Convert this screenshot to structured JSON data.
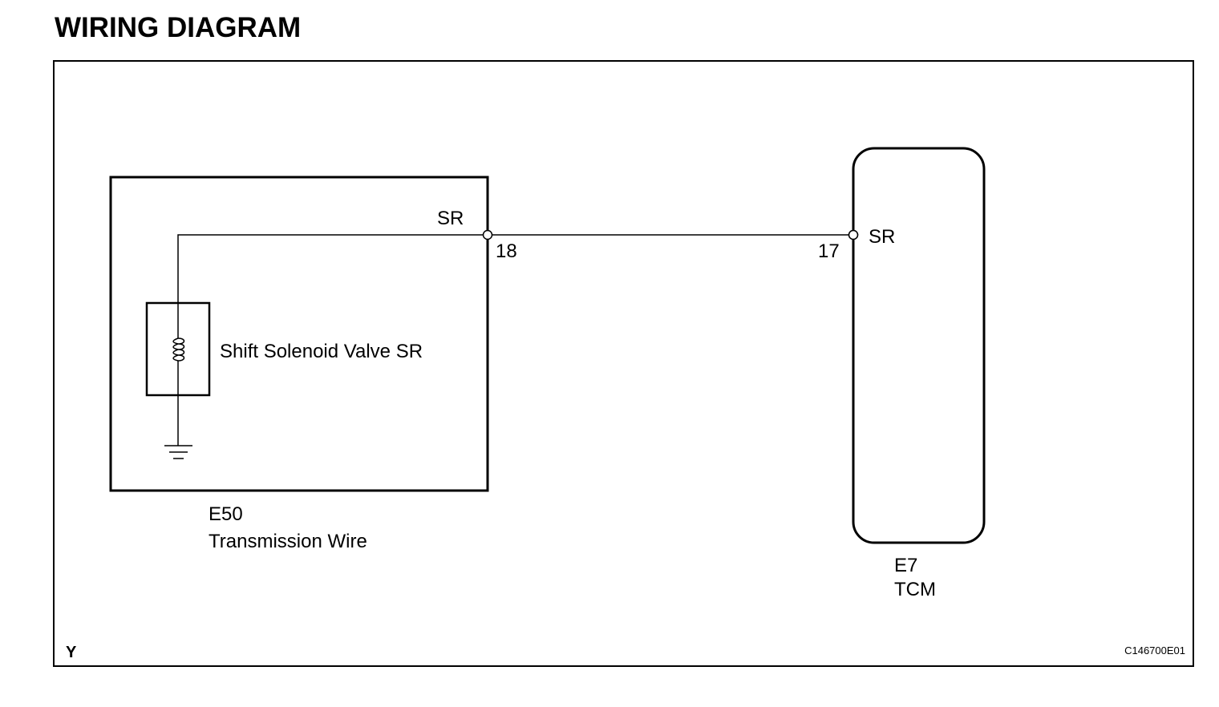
{
  "title": "WIRING DIAGRAM",
  "components": {
    "solenoid_label": "Shift Solenoid Valve SR",
    "left_connector": {
      "code": "E50",
      "name": "Transmission Wire",
      "terminal_label": "SR",
      "pin": "18"
    },
    "right_connector": {
      "code": "E7",
      "name": "TCM",
      "terminal_label": "SR",
      "pin": "17"
    }
  },
  "footer": {
    "corner_letter": "Y",
    "figure_code": "C146700E01"
  }
}
